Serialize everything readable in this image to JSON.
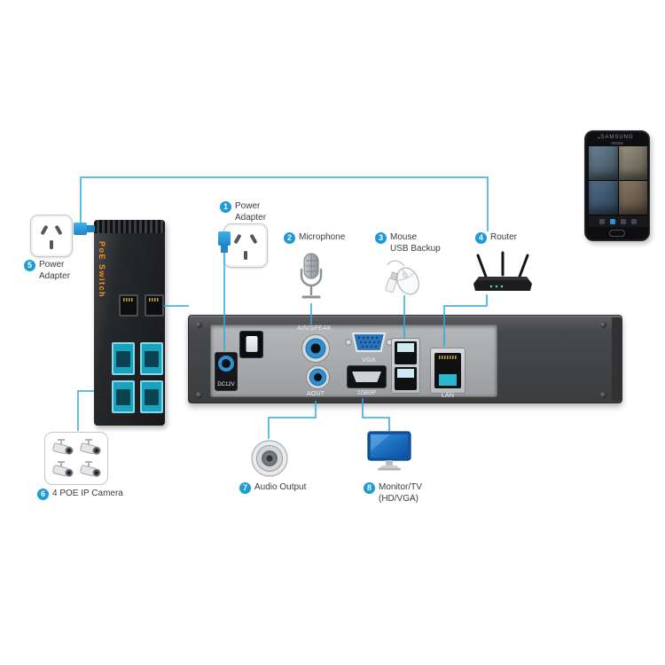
{
  "colors": {
    "cable": "#29abe2",
    "badge": "#1e9ad4",
    "poe_brand_text": "#f7931e",
    "port_teal": "#28b7cf",
    "port_blue": "#2f8fd0"
  },
  "callouts": {
    "power_adapter_top": {
      "num": "1",
      "line1": "Power",
      "line2": "Adapter"
    },
    "microphone": {
      "num": "2",
      "label": "Microphone"
    },
    "mouse": {
      "num": "3",
      "line1": "Mouse",
      "line2": "USB Backup"
    },
    "router": {
      "num": "4",
      "label": "Router"
    },
    "power_adapter_left": {
      "num": "5",
      "line1": "Power",
      "line2": "Adapter"
    },
    "poe_camera": {
      "num": "6",
      "label": "4 POE IP Camera"
    },
    "audio_output": {
      "num": "7",
      "label": "Audio Output"
    },
    "monitor": {
      "num": "8",
      "line1": "Monitor/TV",
      "line2": "(HD/VGA)"
    }
  },
  "nvr": {
    "ports": {
      "dc": "DC12V",
      "ain": "AIN/SPEAK",
      "aout": "AOUT",
      "vga": "VGA",
      "hdmi": "1080P",
      "lan": "LAN"
    }
  },
  "poe_switch": {
    "brand": "PoE Switch"
  },
  "phone": {
    "brand": "SAMSUNG"
  }
}
